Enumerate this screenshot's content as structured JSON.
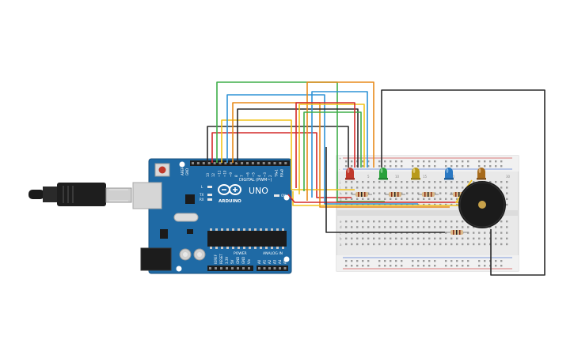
{
  "board": {
    "brand": "ARDUINO",
    "model": "UNO",
    "digital_label": "DIGITAL (PWM~)",
    "power_label": "POWER",
    "analog_label": "ANALOG IN",
    "aref_label": "AREF",
    "gnd_label": "GND",
    "on_label": "ON",
    "tx_label": "TX",
    "rx_label": "RX",
    "l_label": "L",
    "digital_pins": [
      "13",
      "12",
      "~11",
      "~10",
      "~9",
      "8",
      "7",
      "~6",
      "~5",
      "4",
      "~3",
      "2",
      "TX▸1",
      "RX◂0"
    ],
    "power_pins": [
      "IOREF",
      "RESET",
      "3.3V",
      "5V",
      "GND",
      "GND",
      "Vin"
    ],
    "analog_pins": [
      "A0",
      "A1",
      "A2",
      "A3",
      "A4",
      "A5"
    ]
  },
  "breadboard": {
    "columns": [
      "1",
      "",
      "",
      "",
      "5",
      "",
      "",
      "",
      "",
      "10",
      "",
      "",
      "",
      "",
      "15",
      "",
      "",
      "",
      "",
      "20",
      "",
      "",
      "",
      "",
      "25",
      "",
      "",
      "",
      "",
      "30"
    ],
    "rows_top": [
      "j",
      "i",
      "h",
      "g",
      "f"
    ],
    "rows_bottom": [
      "e",
      "d",
      "c",
      "b",
      "a"
    ],
    "rail_plus": "+",
    "rail_minus": "-"
  },
  "components": {
    "leds": [
      {
        "name": "red-led",
        "color": "#c0392b"
      },
      {
        "name": "green-led",
        "color": "#27a13a"
      },
      {
        "name": "yellow-led",
        "color": "#b89a1a"
      },
      {
        "name": "blue-led",
        "color": "#2a78c2"
      },
      {
        "name": "orange-led",
        "color": "#a66a1a"
      }
    ],
    "buzzer": "piezo-buzzer",
    "usb_cable": "usb-cable"
  },
  "colors": {
    "board": "#1f6aa5",
    "wire_red": "#d42a2a",
    "wire_green": "#3fae49",
    "wire_blue": "#2f93d6",
    "wire_orange": "#e88a1a",
    "wire_yellow": "#f2c41c",
    "wire_black": "#2b2b2b"
  }
}
